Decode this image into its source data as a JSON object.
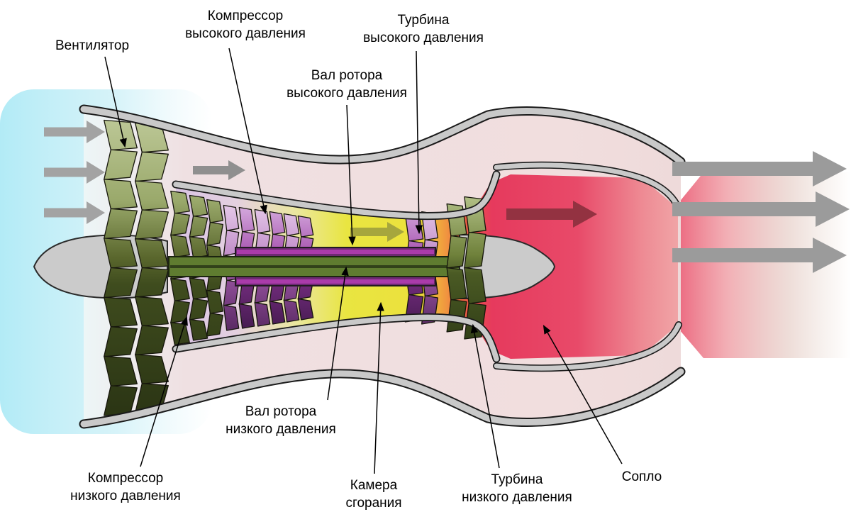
{
  "labels": {
    "fan": "Вентилятор",
    "hp_compressor": "Компрессор\nвысокого давления",
    "hp_shaft": "Вал ротора\nвысокого давления",
    "hp_turbine": "Турбина\nвысокого давления",
    "lp_compressor": "Компрессор\nнизкого давления",
    "lp_shaft": "Вал ротора\nнизкого давления",
    "combustion_chamber": "Камера\nсгорания",
    "lp_turbine": "Турбина\nнизкого давления",
    "nozzle": "Сопло"
  },
  "colors": {
    "intake_air": "#b9ecf6",
    "nacelle": "#c9c9c9",
    "interior": "#f1dede",
    "fan_blade": "#99a86a",
    "lp_spool": "#5f7c30",
    "hp_compressor_blade": "#a855b0",
    "hp_shaft": "#6d2a72",
    "combustion": "#e9e23e",
    "exhaust": "#e63a5d",
    "flow_arrow": "#9b9b9b"
  }
}
